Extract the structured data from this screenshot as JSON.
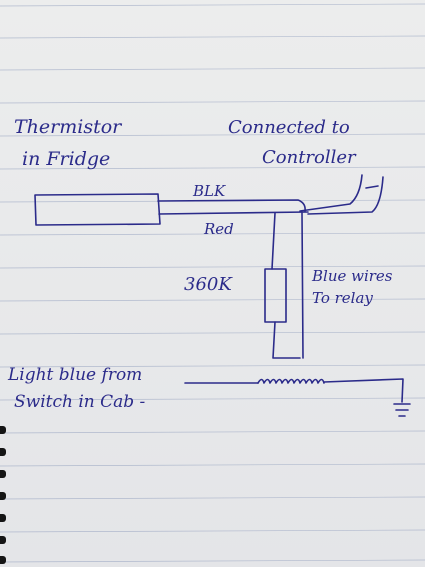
{
  "labels": {
    "thermistor_line1": "Thermistor",
    "thermistor_line2": "in Fridge",
    "connected_line1": "Connected to",
    "connected_line2": "Controller",
    "blk": "BLK",
    "red": "Red",
    "resistor_value": "360K",
    "blue_line1": "Blue wires",
    "blue_line2": "To relay",
    "light_blue_line1": "Light blue from",
    "light_blue_line2": "Switch in Cab -"
  },
  "colors": {
    "ink": "#2b2b8a",
    "paper": "#e8e9eb",
    "rule": "#9aa6c2"
  }
}
